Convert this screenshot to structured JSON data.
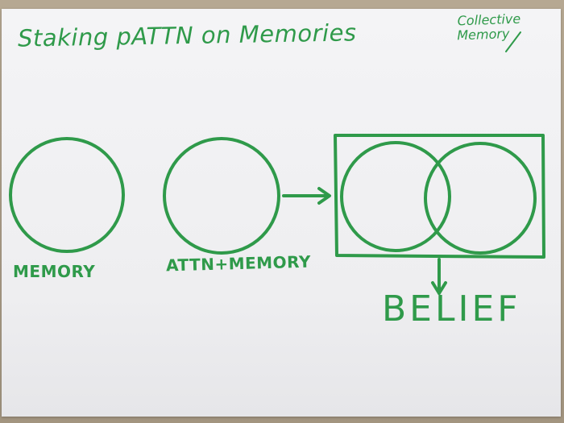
{
  "title": "Staking pATTN on Memories",
  "corner_note": {
    "line1": "Collective",
    "line2": "Memory"
  },
  "labels": {
    "memory": "MEMORY",
    "attn_memory": "ATTN+MEMORY",
    "belief": "BELIEF"
  },
  "colors": {
    "ink": "#2f9a4a",
    "paper": "#f2f2f4",
    "background": "#a89a84"
  }
}
